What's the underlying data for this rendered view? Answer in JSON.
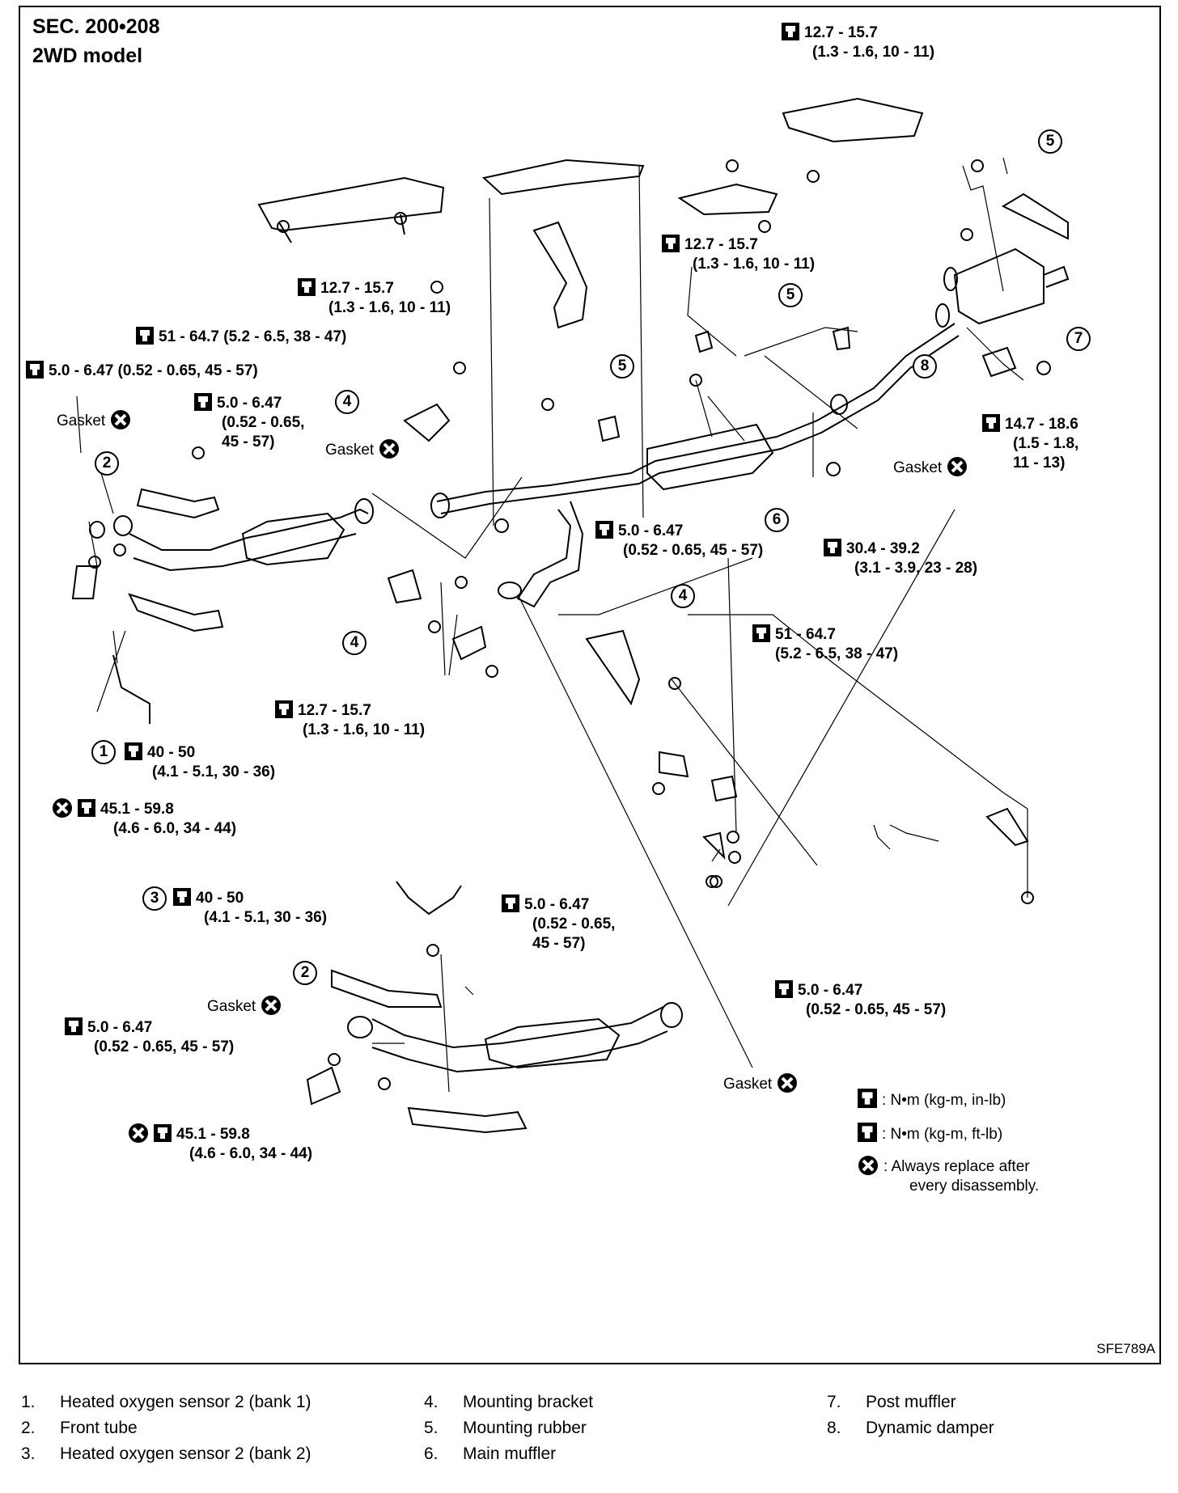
{
  "header": {
    "sec": "SEC. 200•208",
    "model": "2WD model"
  },
  "figure_code": "SFE789A",
  "callouts": [
    "1",
    "2",
    "3",
    "4",
    "5",
    "6",
    "7",
    "8"
  ],
  "torques": {
    "t_top_right": {
      "a": "12.7 - 15.7",
      "b": "(1.3 - 1.6, 10 - 11)"
    },
    "t_upper_mid_a": {
      "a": "12.7 - 15.7",
      "b": "(1.3 - 1.6, 10 - 11)"
    },
    "t_upper_mid_b": {
      "a": "12.7 - 15.7",
      "b": "(1.3 - 1.6, 10 - 11)"
    },
    "t_51_top": {
      "a": "51 - 64.7 (5.2 - 6.5, 38 - 47)"
    },
    "t_5_left": {
      "a": "5.0 - 6.47 (0.52 - 0.65, 45 - 57)"
    },
    "t_5_mid": {
      "a": "5.0 - 6.47",
      "b": "(0.52 - 0.65,",
      "c": "45 - 57)"
    },
    "t_147": {
      "a": "14.7 - 18.6",
      "b": "(1.5 - 1.8,",
      "c": "11 - 13)"
    },
    "t_5_center": {
      "a": "5.0 - 6.47",
      "b": "(0.52 - 0.65, 45 - 57)"
    },
    "t_304": {
      "a": "30.4 - 39.2",
      "b": "(3.1 - 3.9, 23 - 28)"
    },
    "t_51_mid": {
      "a": "51 - 64.7",
      "b": "(5.2 - 6.5, 38 - 47)"
    },
    "t_127_low": {
      "a": "12.7 - 15.7",
      "b": "(1.3 - 1.6, 10 - 11)"
    },
    "t_40_1": {
      "a": "40 - 50",
      "b": "(4.1 - 5.1, 30 - 36)"
    },
    "t_451_1": {
      "a": "45.1 - 59.8",
      "b": "(4.6 - 6.0, 34 - 44)"
    },
    "t_40_3": {
      "a": "40 - 50",
      "b": "(4.1 - 5.1, 30 - 36)"
    },
    "t_5_low": {
      "a": "5.0 - 6.47",
      "b": "(0.52 - 0.65,",
      "c": "45 - 57)"
    },
    "t_5_lowleft": {
      "a": "5.0 - 6.47",
      "b": "(0.52 - 0.65, 45 - 57)"
    },
    "t_451_2": {
      "a": "45.1 - 59.8",
      "b": "(4.6 - 6.0, 34 - 44)"
    },
    "t_5_lowright": {
      "a": "5.0 - 6.47",
      "b": "(0.52 - 0.65, 45 - 57)"
    }
  },
  "gasket_label": "Gasket",
  "legend": {
    "nm_in": ": N•m (kg-m, in-lb)",
    "nm_ft": ": N•m (kg-m, ft-lb)",
    "replace_1": ": Always replace after",
    "replace_2": "every disassembly."
  },
  "parts": [
    {
      "num": "1.",
      "name": "Heated oxygen sensor 2 (bank 1)"
    },
    {
      "num": "2.",
      "name": "Front tube"
    },
    {
      "num": "3.",
      "name": "Heated oxygen sensor 2 (bank 2)"
    },
    {
      "num": "4.",
      "name": "Mounting bracket"
    },
    {
      "num": "5.",
      "name": "Mounting rubber"
    },
    {
      "num": "6.",
      "name": "Main muffler"
    },
    {
      "num": "7.",
      "name": "Post muffler"
    },
    {
      "num": "8.",
      "name": "Dynamic damper"
    }
  ]
}
